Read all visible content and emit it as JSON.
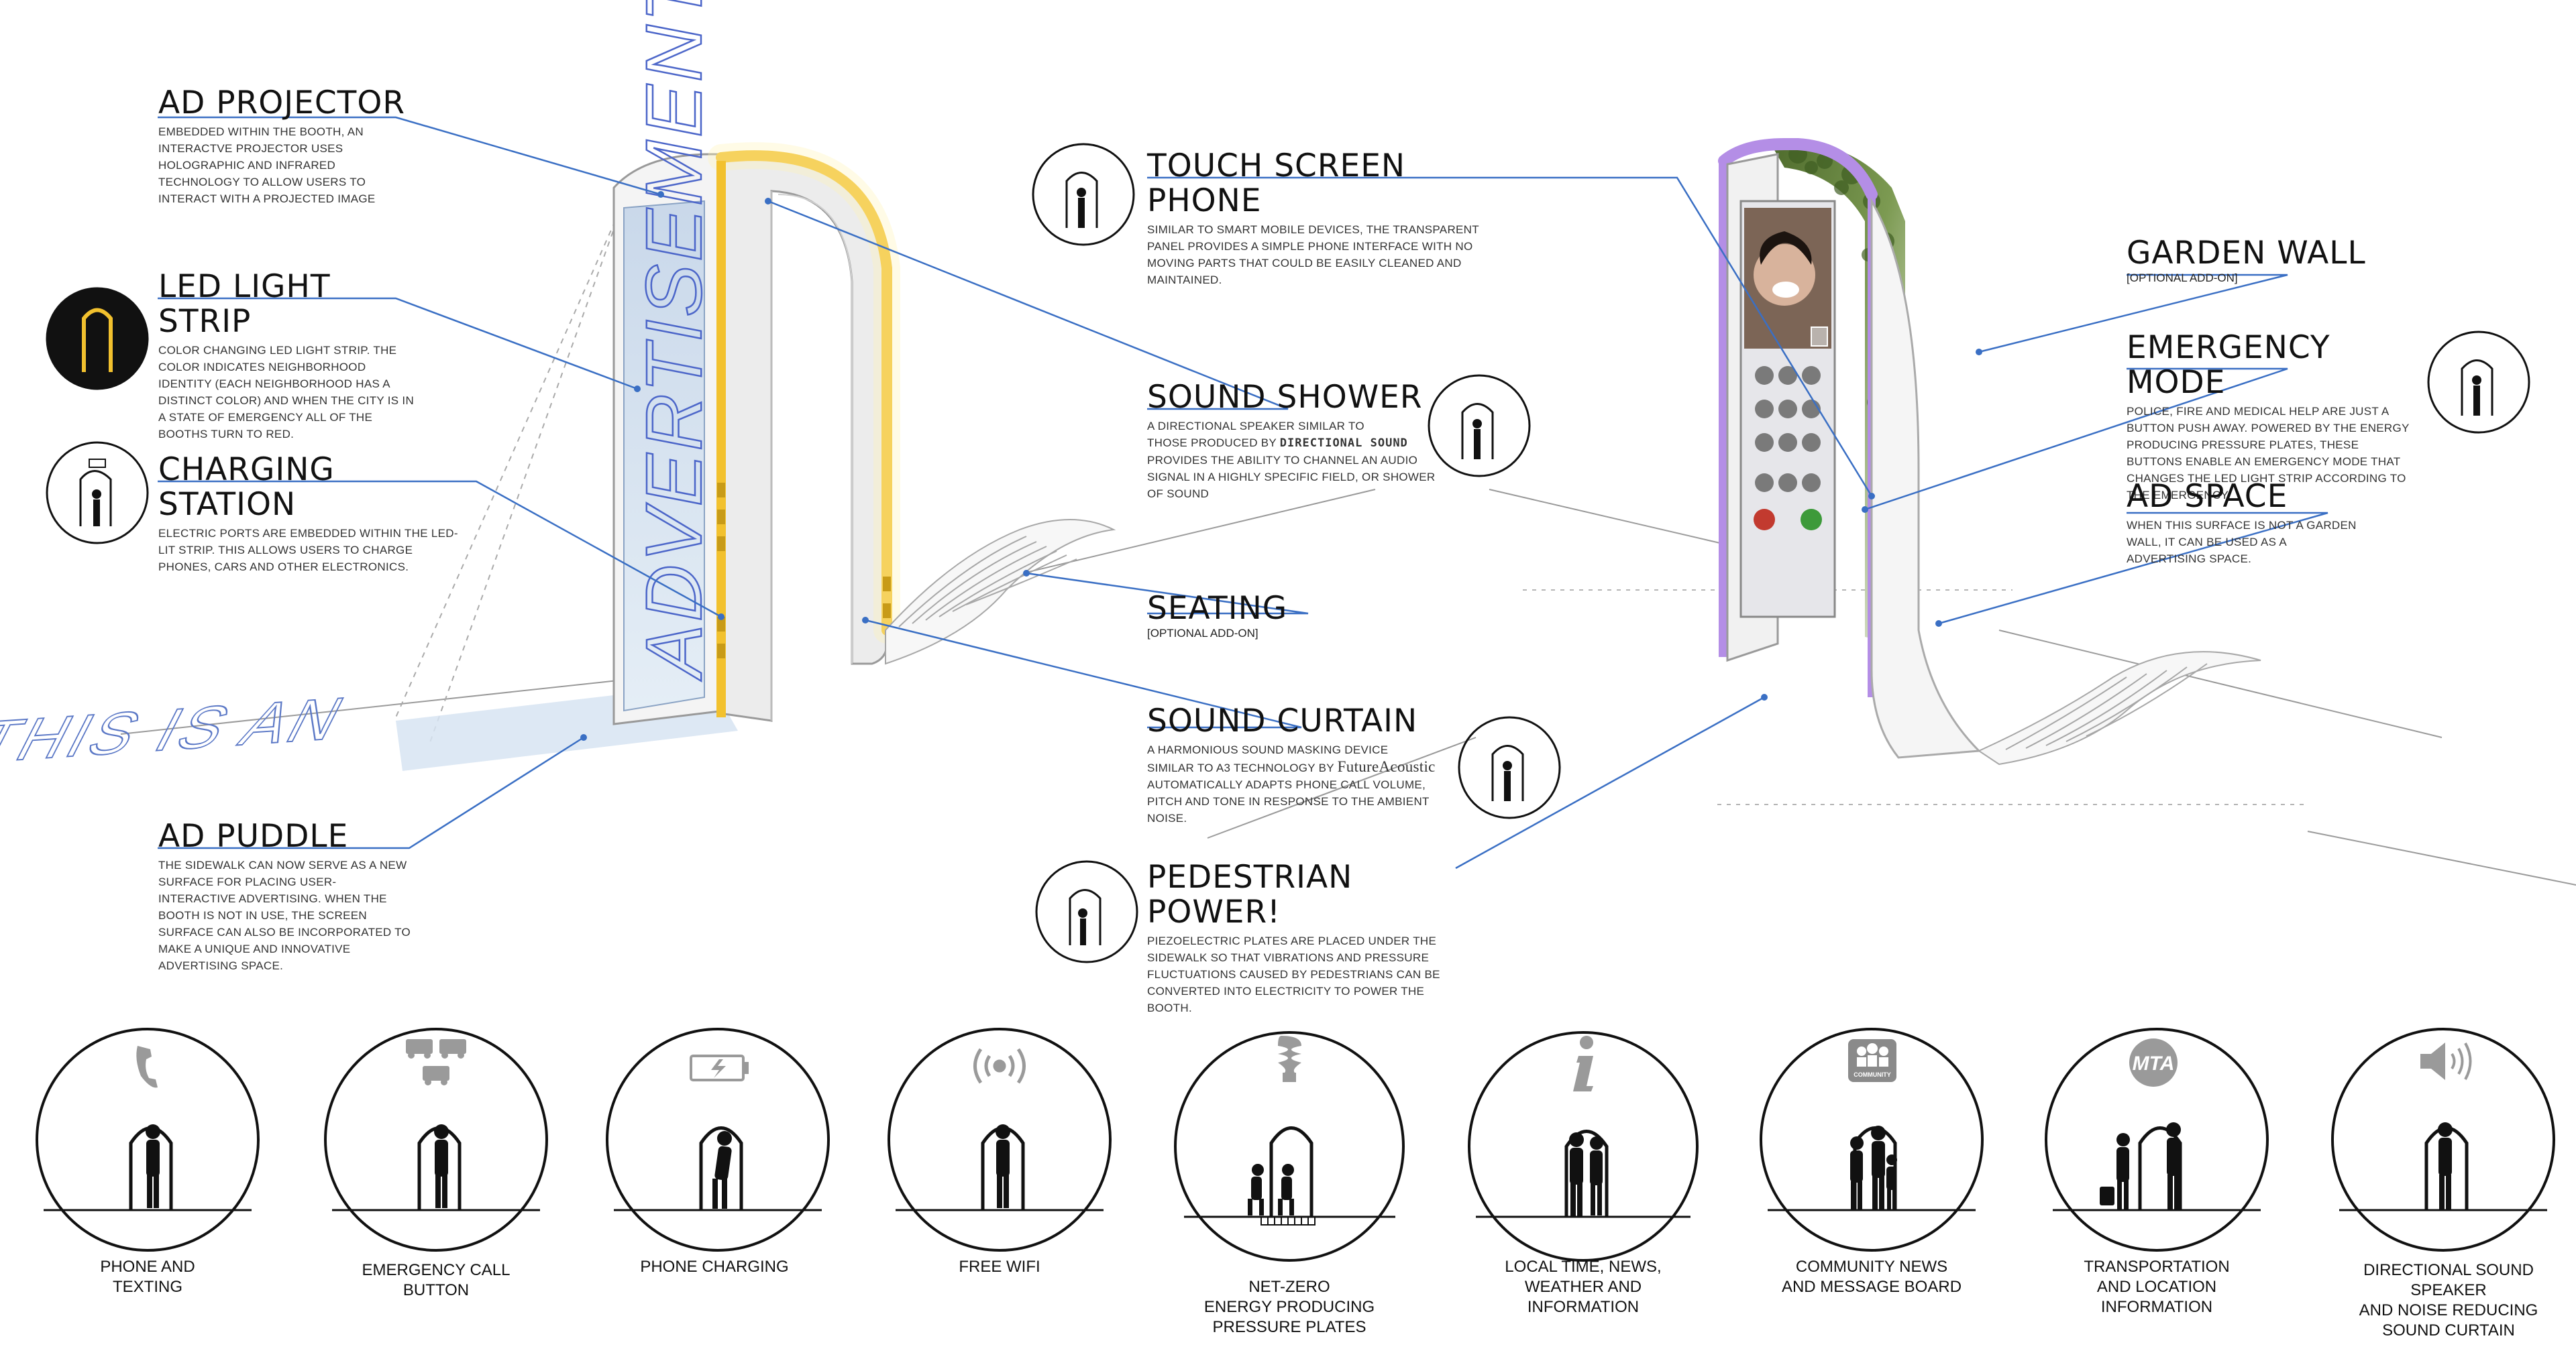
{
  "labels": {
    "ad_projector": {
      "title": "AD PROJECTOR",
      "desc": "EMBEDDED WITHIN THE BOOTH, AN INTERACTVE PROJECTOR USES HOLOGRAPHIC AND INFRARED TECHNOLOGY TO ALLOW USERS TO INTERACT WITH A PROJECTED IMAGE"
    },
    "led_light_strip": {
      "title": "LED LIGHT STRIP",
      "desc": "COLOR CHANGING LED LIGHT STRIP. THE COLOR INDICATES NEIGHBORHOOD IDENTITY (EACH NEIGHBORHOOD HAS  A DISTINCT COLOR) AND WHEN THE CITY IS IN A STATE OF EMERGENCY ALL OF THE BOOTHS TURN TO RED."
    },
    "charging_station": {
      "title": "CHARGING STATION",
      "desc": "ELECTRIC PORTS ARE EMBEDDED WITHIN THE LED-LIT STRIP. THIS ALLOWS USERS TO CHARGE PHONES, CARS AND OTHER ELECTRONICS."
    },
    "ad_puddle": {
      "title": "AD PUDDLE",
      "desc": "THE SIDEWALK CAN NOW SERVE AS A NEW SURFACE FOR PLACING USER-INTERACTIVE ADVERTISING. WHEN THE BOOTH IS NOT IN USE, THE SCREEN SURFACE CAN ALSO BE INCORPORATED TO MAKE A UNIQUE AND INNOVATIVE ADVERTISING SPACE."
    },
    "touch_screen_phone": {
      "title": "TOUCH SCREEN PHONE",
      "desc": "SIMILAR TO SMART MOBILE DEVICES, THE TRANSPARENT PANEL PROVIDES A SIMPLE PHONE INTERFACE WITH NO MOVING PARTS THAT COULD BE EASILY CLEANED AND MAINTAINED."
    },
    "sound_shower": {
      "title": "SOUND SHOWER",
      "desc_1": "A DIRECTIONAL SPEAKER  SIMILAR TO",
      "desc_2": "THOSE PRODUCED BY",
      "desc_3": "PROVIDES THE ABILITY TO CHANNEL AN AUDIO SIGNAL IN A HIGHLY SPECIFIC FIELD, OR SHOWER OF SOUND",
      "logo": "DIRECTIONAL SOUND"
    },
    "seating": {
      "title": "SEATING",
      "sub": "[OPTIONAL ADD-ON]"
    },
    "sound_curtain": {
      "title": "SOUND CURTAIN",
      "desc_1": "A HARMONIOUS SOUND MASKING DEVICE",
      "desc_2": "SIMILAR TO A3 TECHNOLOGY BY",
      "desc_3": "AUTOMATICALLY ADAPTS PHONE CALL VOLUME, PITCH AND TONE IN RESPONSE TO THE AMBIENT NOISE.",
      "logo": "FutureAcoustic"
    },
    "pedestrian_power": {
      "title": "PEDESTRIAN POWER!",
      "desc": "PIEZOELECTRIC PLATES ARE PLACED UNDER THE SIDEWALK SO THAT VIBRATIONS AND PRESSURE FLUCTUATIONS CAUSED BY PEDESTRIANS CAN BE CONVERTED INTO ELECTRICITY TO POWER THE BOOTH."
    },
    "garden_wall": {
      "title": "GARDEN WALL",
      "sub": "[OPTIONAL ADD-ON]"
    },
    "emergency_mode": {
      "title": "EMERGENCY MODE",
      "desc": "POLICE, FIRE AND MEDICAL HELP ARE JUST A BUTTON PUSH AWAY.  POWERED BY THE ENERGY PRODUCING PRESSURE PLATES,  THESE BUTTONS ENABLE AN EMERGENCY MODE THAT CHANGES THE LED LIGHT STRIP ACCORDING TO THE EMERGENCY"
    },
    "ad_space": {
      "title": "AD SPACE",
      "desc": "WHEN THIS SURFACE IS NOT A GARDEN WALL, IT CAN BE USED AS A ADVERTISING SPACE."
    }
  },
  "booth_text": {
    "screen": "ADVERTISEMENT",
    "puddle": "THIS IS AN"
  },
  "features": [
    {
      "icon": "phone-icon",
      "l1": "PHONE AND",
      "l2": "TEXTING",
      "l3": ""
    },
    {
      "icon": "emergency-vehicles-icon",
      "l1": "EMERGENCY CALL",
      "l2": "BUTTON",
      "l3": ""
    },
    {
      "icon": "battery-icon",
      "l1": "PHONE CHARGING",
      "l2": "",
      "l3": ""
    },
    {
      "icon": "wifi-icon",
      "l1": "FREE WIFI",
      "l2": "",
      "l3": ""
    },
    {
      "icon": "bulb-icon",
      "l1": "NET-ZERO",
      "l2": "ENERGY PRODUCING",
      "l3": "PRESSURE PLATES"
    },
    {
      "icon": "info-icon",
      "l1": "LOCAL TIME, NEWS,",
      "l2": "WEATHER AND",
      "l3": "INFORMATION"
    },
    {
      "icon": "community-icon",
      "l1": "COMMUNITY NEWS",
      "l2": "AND MESSAGE BOARD",
      "l3": ""
    },
    {
      "icon": "mta-icon",
      "l1": "TRANSPORTATION",
      "l2": "AND LOCATION",
      "l3": "INFORMATION"
    },
    {
      "icon": "speaker-icon",
      "l1": "DIRECTIONAL SOUND SPEAKER",
      "l2": "AND NOISE REDUCING",
      "l3": "SOUND CURTAIN"
    }
  ],
  "icon_texts": {
    "community": "COMMUNITY",
    "mta": "MTA"
  },
  "colors": {
    "led_yellow": "#f2c12e",
    "led_purple": "#b48ee6",
    "leader_line": "#3a6fc4",
    "garden_green": "#5f7f3a"
  }
}
